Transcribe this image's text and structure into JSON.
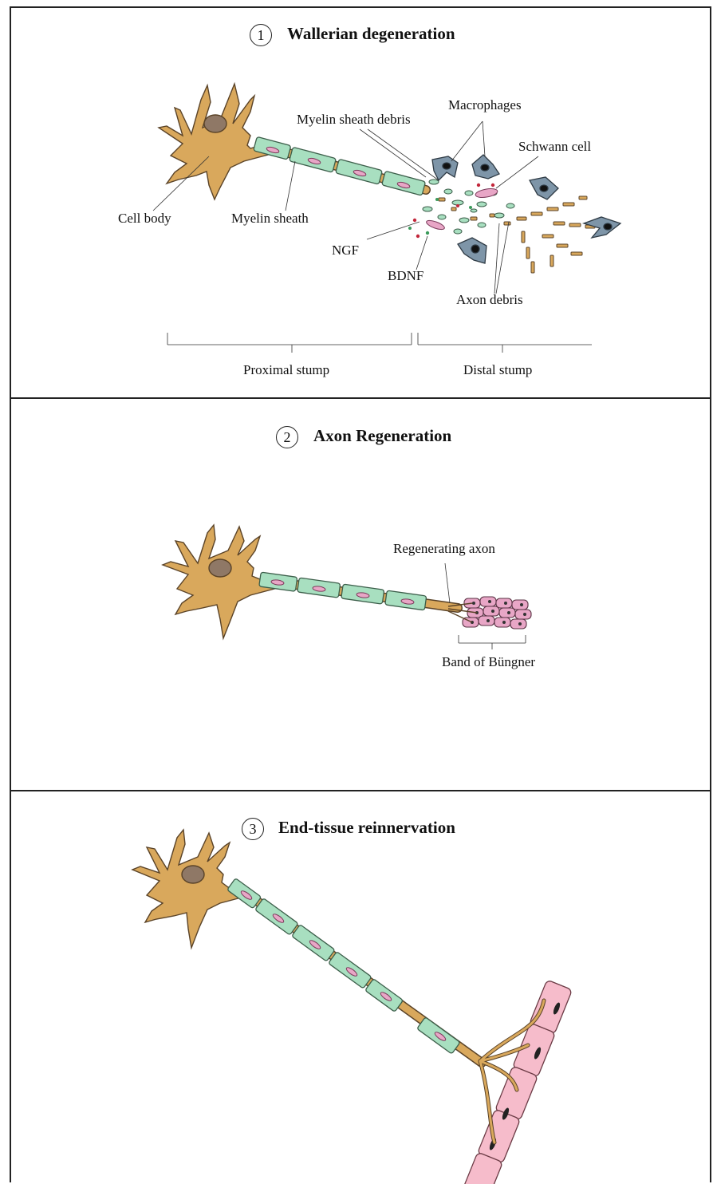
{
  "panels": [
    {
      "number": "1",
      "title": "Wallerian degeneration",
      "labels": {
        "cell_body": "Cell body",
        "myelin_sheath": "Myelin sheath",
        "myelin_debris": "Myelin sheath debris",
        "macrophages": "Macrophages",
        "schwann_cell": "Schwann cell",
        "ngf": "NGF",
        "bdnf": "BDNF",
        "axon_debris": "Axon debris",
        "proximal": "Proximal stump",
        "distal": "Distal stump"
      }
    },
    {
      "number": "2",
      "title": "Axon Regeneration",
      "labels": {
        "regenerating_axon": "Regenerating axon",
        "band": "Band of Büngner"
      }
    },
    {
      "number": "3",
      "title": "End-tissue reinnervation"
    }
  ],
  "colors": {
    "axon": "#d9a85c",
    "myelin": "#a8dfc0",
    "schwann_nucleus": "#e8a6c6",
    "nucleus": "#8f7866",
    "macrophage": "#7e95a8",
    "muscle": "#f6bccb",
    "ngf_dot": "#c2273b",
    "bdnf_dot": "#3a9a5a"
  }
}
